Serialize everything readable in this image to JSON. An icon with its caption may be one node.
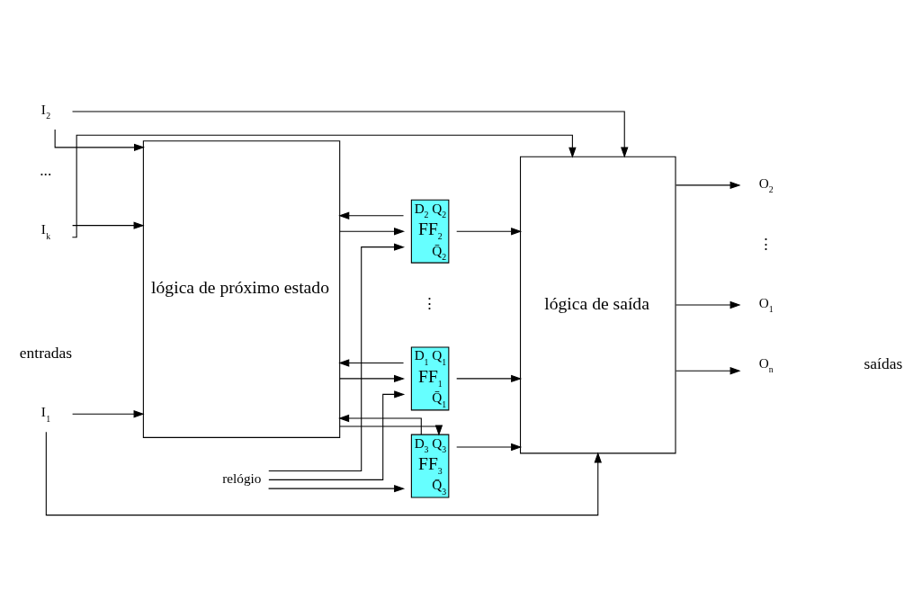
{
  "diagram": {
    "nodes": [
      {
        "text": [
          "I$_{1}$"
        ]
      },
      {
        "text": [
          "I$_{2}$"
        ]
      },
      {
        "text": [
          "I$_{k}$"
        ]
      },
      {
        "text": [
          "relógio"
        ]
      },
      {
        "text": [
          "lógica de próximo estado"
        ]
      },
      {
        "text": [
          "D$_{1}$",
          "Q$_{1}$",
          "FF$_{1}$",
          "Q̄$_{1}$"
        ]
      },
      {
        "text": [
          "D$_{2}$",
          "Q$_{2}$",
          "FF$_{2}$",
          "Q̄$_{2}$"
        ]
      },
      {
        "text": [
          "D$_{3}$",
          "Q$_{3}$",
          "FF$_{3}$",
          "Q̄$_{3}$"
        ]
      },
      {
        "text": [
          "lógica de saída"
        ]
      },
      {
        "text": [
          "O$_{1}$"
        ]
      },
      {
        "text": [
          "O$_{2}$"
        ]
      },
      {
        "text": [
          "O$_{n}$"
        ]
      }
    ],
    "edges": [
      {
        "from": 0,
        "to": 4,
        "arrow": "to"
      },
      {
        "from": 1,
        "to": 4,
        "arrow": "to"
      },
      {
        "from": 2,
        "to": 4,
        "arrow": "to"
      },
      {
        "from": 0,
        "to": 8,
        "arrow": "to"
      },
      {
        "from": 1,
        "to": 8,
        "arrow": "to"
      },
      {
        "from": 2,
        "to": 8,
        "arrow": "to"
      },
      {
        "from": 4,
        "to": 5,
        "arrow": "to"
      },
      {
        "from": 4,
        "to": 6,
        "arrow": "to"
      },
      {
        "from": 4,
        "to": 7,
        "arrow": "to"
      },
      {
        "from": 3,
        "to": 5,
        "arrow": "to"
      },
      {
        "from": 3,
        "to": 6,
        "arrow": "to"
      },
      {
        "from": 3,
        "to": 7,
        "arrow": "to"
      },
      {
        "from": 5,
        "to": 8,
        "arrow": "to"
      },
      {
        "from": 6,
        "to": 8,
        "arrow": "to"
      },
      {
        "from": 7,
        "to": 8,
        "arrow": "to"
      },
      {
        "from": 5,
        "to": 4,
        "arrow": "to"
      },
      {
        "from": 6,
        "to": 4,
        "arrow": "to"
      },
      {
        "from": 7,
        "to": 4,
        "arrow": "to"
      },
      {
        "from": 8,
        "to": 9,
        "arrow": "to"
      },
      {
        "from": 8,
        "to": 10,
        "arrow": "to"
      },
      {
        "from": 8,
        "to": 11,
        "arrow": "to"
      }
    ],
    "labels": [
      "entradas",
      "...",
      "⋮",
      "⋮",
      "saídas"
    ]
  }
}
